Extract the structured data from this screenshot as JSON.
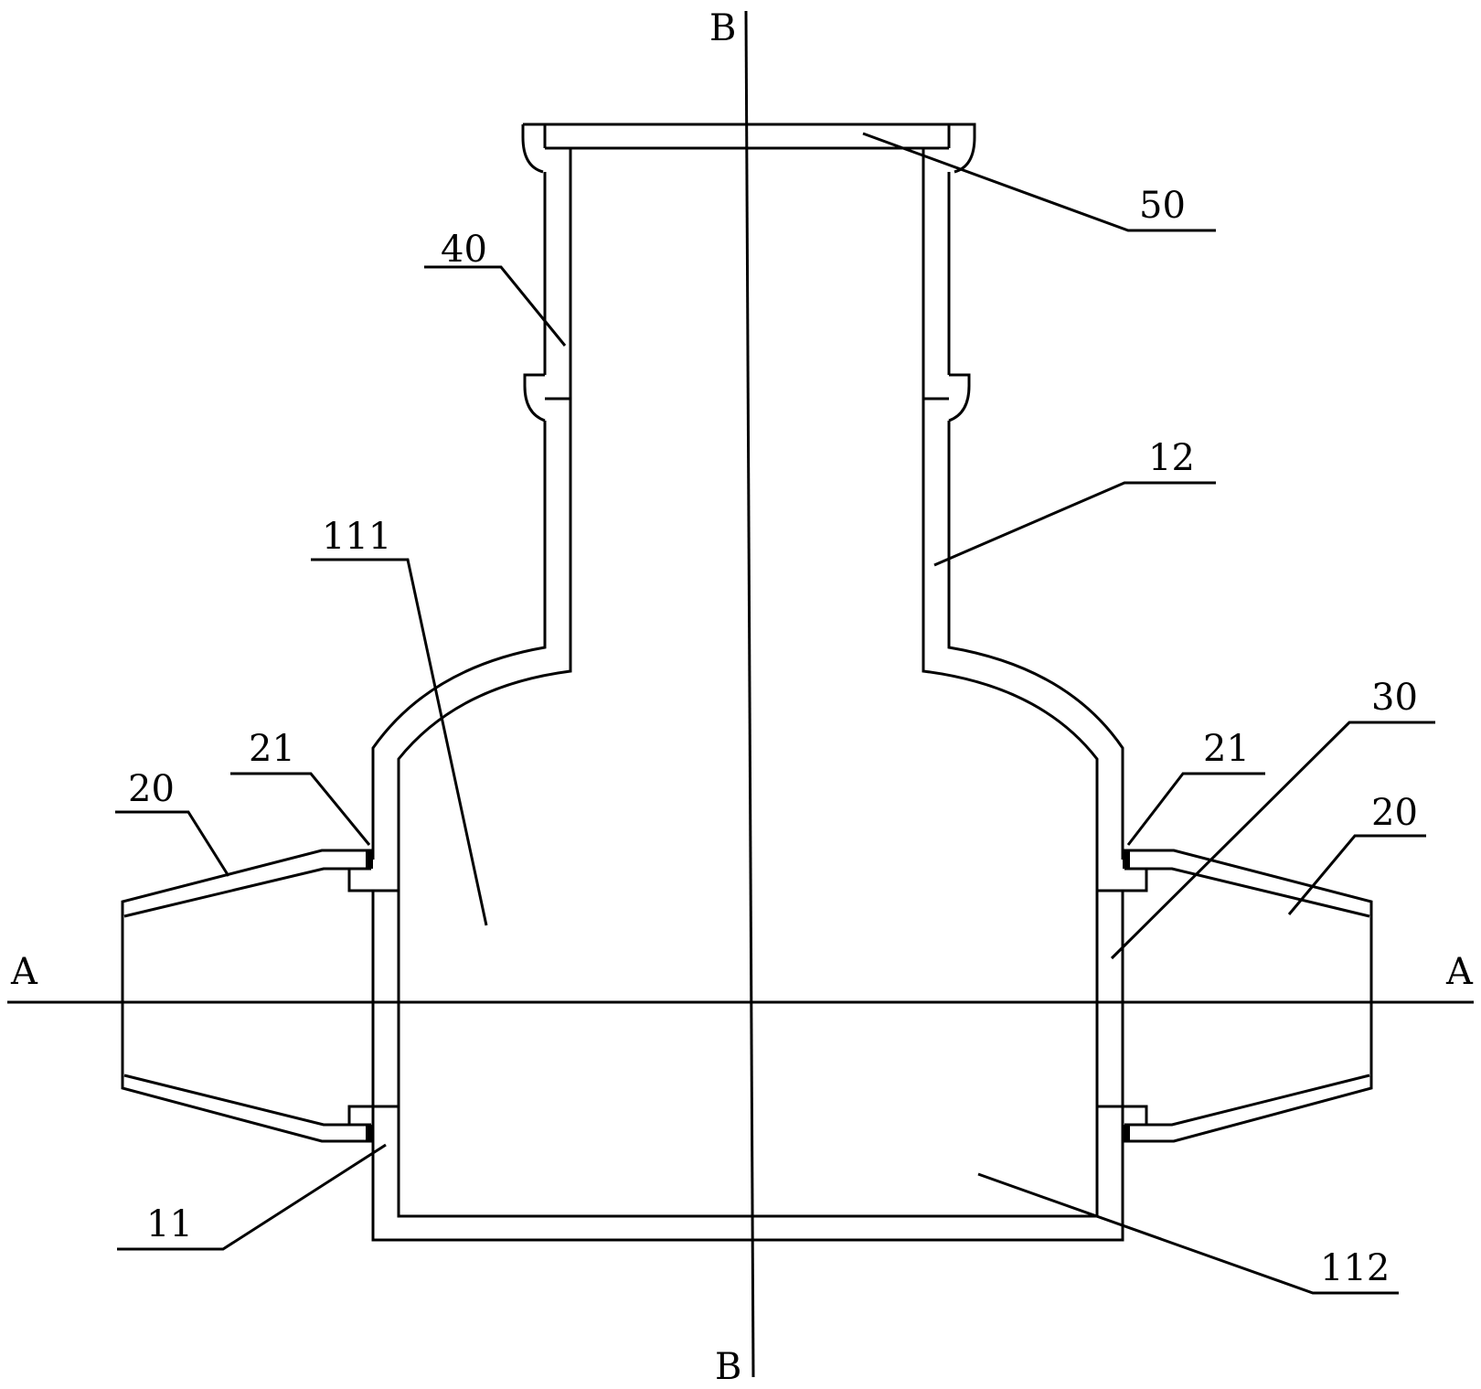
{
  "section_labels": {
    "horizontal_left": "A",
    "horizontal_right": "A",
    "vertical_top": "B",
    "vertical_bottom": "B"
  },
  "callouts": {
    "c50": "50",
    "c40": "40",
    "c12": "12",
    "c111": "111",
    "c21_left": "21",
    "c21_right": "21",
    "c20_left": "20",
    "c20_right": "20",
    "c30": "30",
    "c11": "11",
    "c112": "112"
  }
}
